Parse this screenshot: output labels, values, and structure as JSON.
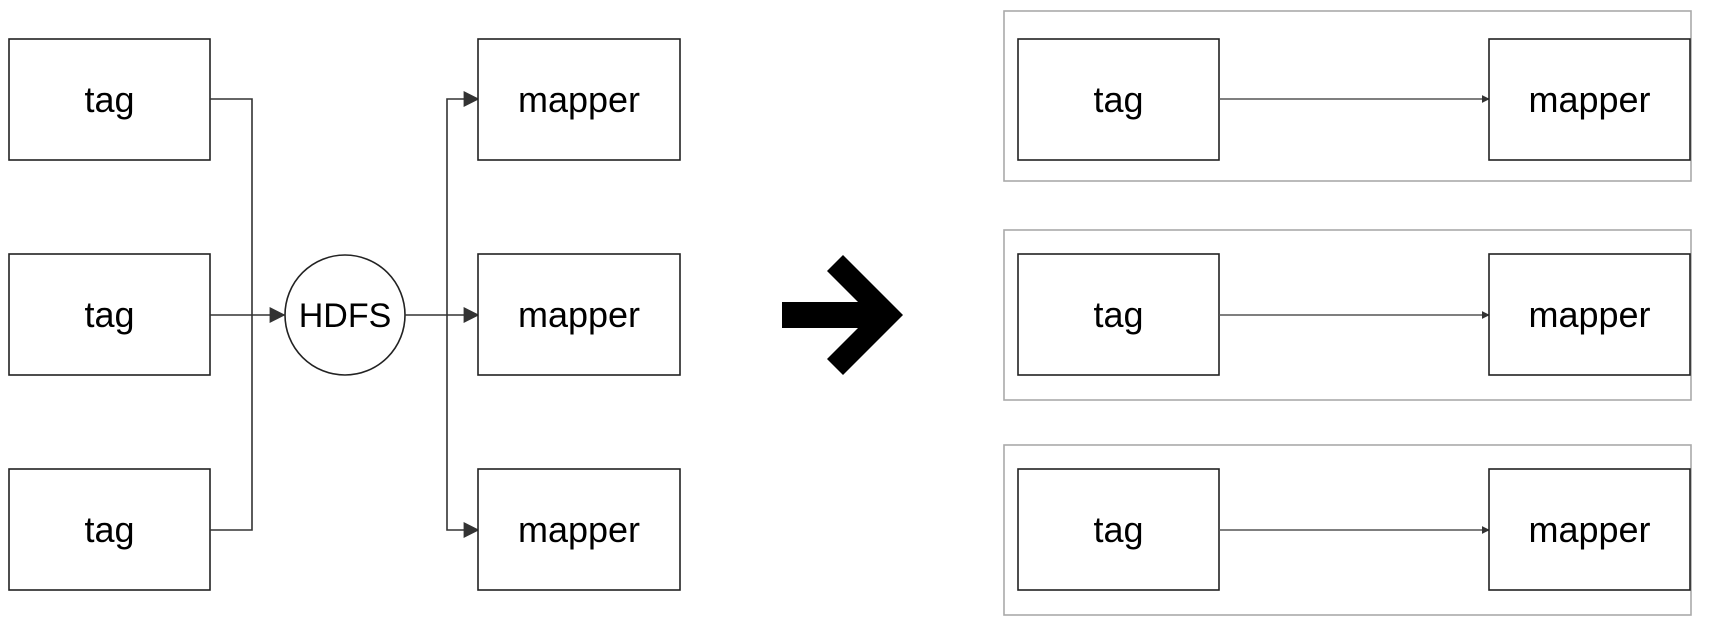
{
  "left_diagram": {
    "tags": [
      "tag",
      "tag",
      "tag"
    ],
    "hub": "HDFS",
    "mappers": [
      "mapper",
      "mapper",
      "mapper"
    ]
  },
  "transition_arrow": {
    "icon": "thick-right-arrow-icon",
    "color": "#000000"
  },
  "right_diagram": {
    "pairs": [
      {
        "tag": "tag",
        "mapper": "mapper"
      },
      {
        "tag": "tag",
        "mapper": "mapper"
      },
      {
        "tag": "tag",
        "mapper": "mapper"
      }
    ]
  },
  "colors": {
    "node_stroke": "#222222",
    "connector": "#333333",
    "group_stroke": "#aaaaaa",
    "background": "#ffffff"
  }
}
